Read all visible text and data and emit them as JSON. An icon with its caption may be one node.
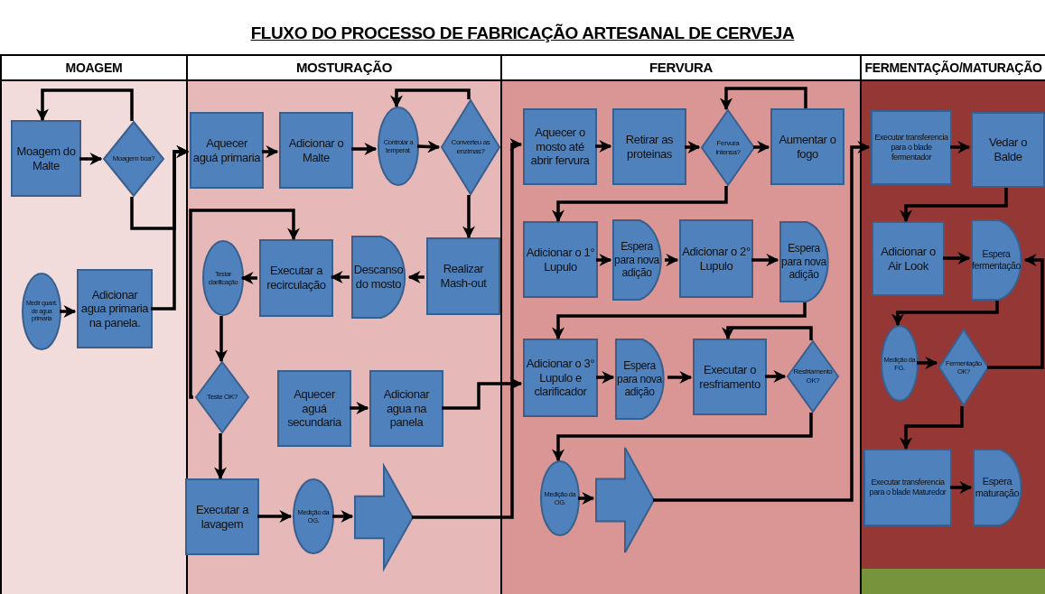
{
  "diagram": {
    "title": "FLUXO DO PROCESSO DE FABRICAÇÃO ARTESANAL DE CERVEJA",
    "nodes": [
      {
        "text": [
          "MOAGEM"
        ]
      },
      {
        "text": [
          "MOSTURAÇÃO"
        ]
      },
      {
        "text": [
          "FERVURA"
        ]
      },
      {
        "text": [
          "FERMENTAÇÃO/MATURAÇÃO"
        ]
      },
      {
        "text": [
          "Moagem do Malte"
        ],
        "in": 0
      },
      {
        "text": [
          "Moagem boa?"
        ],
        "in": 0
      },
      {
        "text": [
          "Medir quant. de agua primaria"
        ],
        "in": 0
      },
      {
        "text": [
          "Adicionar agua primaria na panela."
        ],
        "in": 0
      },
      {
        "text": [
          "Aquecer aguá primaria"
        ],
        "in": 1
      },
      {
        "text": [
          "Adicionar o Malte"
        ],
        "in": 1
      },
      {
        "text": [
          "Controlar a temperat."
        ],
        "in": 1
      },
      {
        "text": [
          "Converteu as enzimas?"
        ],
        "in": 1
      },
      {
        "text": [
          "Realizar Mash-out"
        ],
        "in": 1
      },
      {
        "text": [
          "Descanso do mosto"
        ],
        "in": 1
      },
      {
        "text": [
          "Executar a recirculação"
        ],
        "in": 1
      },
      {
        "text": [
          "Testar clarificação"
        ],
        "in": 1
      },
      {
        "text": [
          "Teste OK?"
        ],
        "in": 1
      },
      {
        "text": [
          "Aquecer aguá secundaria"
        ],
        "in": 1
      },
      {
        "text": [
          "Adicionar agua na panela"
        ],
        "in": 1
      },
      {
        "text": [
          "Executar a lavagem"
        ],
        "in": 1
      },
      {
        "text": [
          "Medição da OG."
        ],
        "in": 1
      },
      {
        "text": [],
        "shape": "arrow",
        "in": 1
      },
      {
        "text": [
          "Aquecer o mosto até abrir fervura"
        ],
        "in": 2
      },
      {
        "text": [
          "Retirar as proteinas"
        ],
        "in": 2
      },
      {
        "text": [
          "Fervura intensa?"
        ],
        "in": 2
      },
      {
        "text": [
          "Aumentar o fogo"
        ],
        "in": 2
      },
      {
        "text": [
          "Adicionar o 1° Lupulo"
        ],
        "in": 2
      },
      {
        "text": [
          "Espera para nova adição"
        ],
        "in": 2
      },
      {
        "text": [
          "Adicionar o 2° Lupulo"
        ],
        "in": 2
      },
      {
        "text": [
          "Espera para nova adição"
        ],
        "in": 2
      },
      {
        "text": [
          "Adicionar o 3° Lupulo e clarificador"
        ],
        "in": 2
      },
      {
        "text": [
          "Espera para nova adição"
        ],
        "in": 2
      },
      {
        "text": [
          "Executar o resfriamento"
        ],
        "in": 2
      },
      {
        "text": [
          "Resfriamento OK?"
        ],
        "in": 2
      },
      {
        "text": [
          "Medição da OG."
        ],
        "in": 2
      },
      {
        "text": [],
        "shape": "arrow",
        "in": 2
      },
      {
        "text": [
          "Executar transferencia para o blade fermentador"
        ],
        "in": 3
      },
      {
        "text": [
          "Vedar o Balde"
        ],
        "in": 3
      },
      {
        "text": [
          "Adicionar o Air Look"
        ],
        "in": 3
      },
      {
        "text": [
          "Espera fermentação"
        ],
        "in": 3
      },
      {
        "text": [
          "Medição da FG."
        ],
        "in": 3
      },
      {
        "text": [
          "Fermentação OK?"
        ],
        "in": 3
      },
      {
        "text": [
          "Executar transferencia para o blade Maturedor"
        ],
        "in": 3
      },
      {
        "text": [
          "Espera maturação"
        ],
        "in": 3
      }
    ],
    "edges": [
      {
        "from": 4,
        "to": 5,
        "arrow": "to"
      },
      {
        "from": 5,
        "to": 4,
        "arrow": "to"
      },
      {
        "from": 5,
        "to": 8,
        "arrow": "to"
      },
      {
        "from": 7,
        "to": 8,
        "arrow": "to"
      },
      {
        "from": 6,
        "to": 7,
        "arrow": "to"
      },
      {
        "from": 8,
        "to": 9,
        "arrow": "to"
      },
      {
        "from": 9,
        "to": 10,
        "arrow": "to"
      },
      {
        "from": 10,
        "to": 11,
        "arrow": "to"
      },
      {
        "from": 11,
        "to": 10,
        "arrow": "to"
      },
      {
        "from": 11,
        "to": 12,
        "arrow": "to"
      },
      {
        "from": 12,
        "to": 13,
        "arrow": "to"
      },
      {
        "from": 13,
        "to": 14,
        "arrow": "to"
      },
      {
        "from": 14,
        "to": 15,
        "arrow": "to"
      },
      {
        "from": 15,
        "to": 16,
        "arrow": "to"
      },
      {
        "from": 16,
        "to": 14,
        "arrow": "to"
      },
      {
        "from": 16,
        "to": 19,
        "arrow": "to"
      },
      {
        "from": 17,
        "to": 18,
        "arrow": "to"
      },
      {
        "from": 18,
        "to": 30,
        "arrow": "to"
      },
      {
        "from": 19,
        "to": 20,
        "arrow": "to"
      },
      {
        "from": 20,
        "to": 21,
        "arrow": "to"
      },
      {
        "from": 21,
        "to": 22,
        "arrow": "to"
      },
      {
        "from": 22,
        "to": 23,
        "arrow": "to"
      },
      {
        "from": 23,
        "to": 24,
        "arrow": "to"
      },
      {
        "from": 24,
        "to": 25,
        "arrow": "to"
      },
      {
        "from": 25,
        "to": 24,
        "arrow": "to"
      },
      {
        "from": 24,
        "to": 26,
        "arrow": "to"
      },
      {
        "from": 26,
        "to": 27,
        "arrow": "to"
      },
      {
        "from": 27,
        "to": 28,
        "arrow": "to"
      },
      {
        "from": 28,
        "to": 29,
        "arrow": "to"
      },
      {
        "from": 29,
        "to": 30,
        "arrow": "to"
      },
      {
        "from": 30,
        "to": 31,
        "arrow": "to"
      },
      {
        "from": 31,
        "to": 32,
        "arrow": "to"
      },
      {
        "from": 32,
        "to": 33,
        "arrow": "to"
      },
      {
        "from": 33,
        "to": 32,
        "arrow": "to"
      },
      {
        "from": 33,
        "to": 34,
        "arrow": "to"
      },
      {
        "from": 34,
        "to": 35,
        "arrow": "to"
      },
      {
        "from": 35,
        "to": 36,
        "arrow": "to"
      },
      {
        "from": 36,
        "to": 37,
        "arrow": "to"
      },
      {
        "from": 37,
        "to": 38,
        "arrow": "to"
      },
      {
        "from": 38,
        "to": 39,
        "arrow": "to"
      },
      {
        "from": 39,
        "to": 40,
        "arrow": "to"
      },
      {
        "from": 40,
        "to": 41,
        "arrow": "to"
      },
      {
        "from": 41,
        "to": 39,
        "arrow": "to"
      },
      {
        "from": 41,
        "to": 42,
        "arrow": "to"
      },
      {
        "from": 42,
        "to": 43,
        "arrow": "to"
      }
    ]
  }
}
